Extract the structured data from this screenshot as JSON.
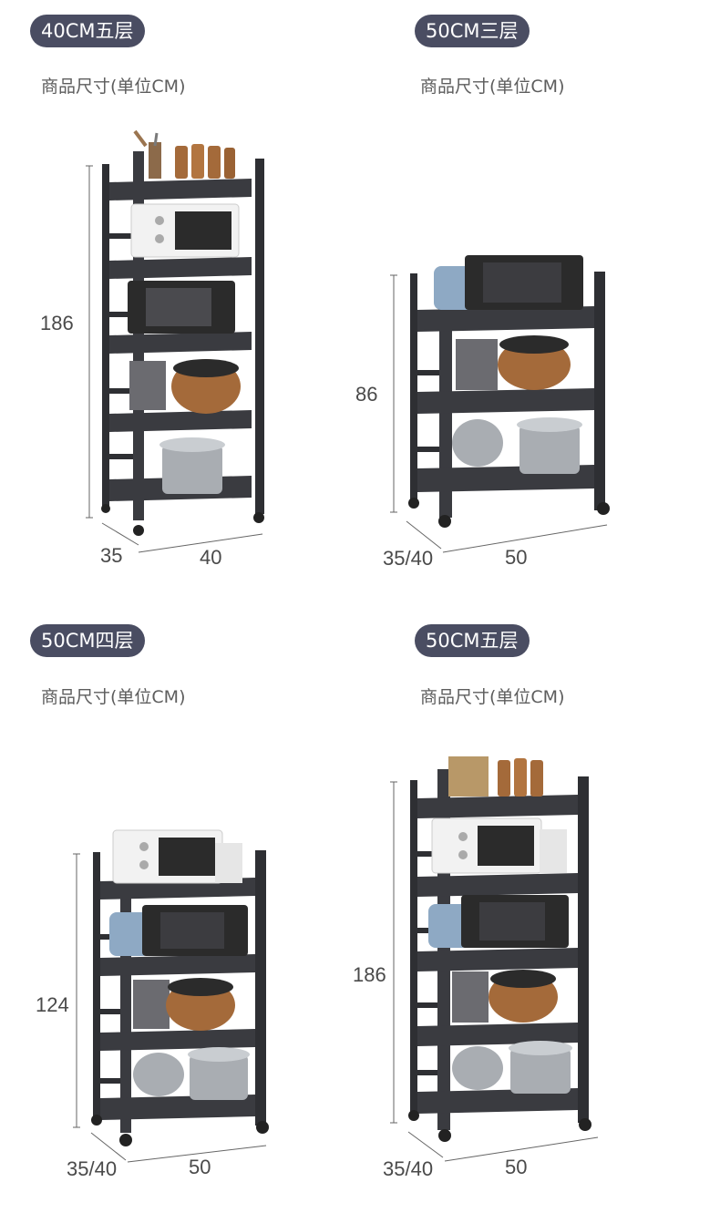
{
  "products": [
    {
      "label": "40CM五层",
      "subtitle": "商品尺寸(单位CM)",
      "height": "186",
      "depth": "35",
      "width": "40",
      "tiers": 5
    },
    {
      "label": "50CM三层",
      "subtitle": "商品尺寸(单位CM)",
      "height": "86",
      "depth": "35/40",
      "width": "50",
      "tiers": 3
    },
    {
      "label": "50CM四层",
      "subtitle": "商品尺寸(单位CM)",
      "height": "124",
      "depth": "35/40",
      "width": "50",
      "tiers": 4
    },
    {
      "label": "50CM五层",
      "subtitle": "商品尺寸(单位CM)",
      "height": "186",
      "depth": "35/40",
      "width": "50",
      "tiers": 5
    }
  ],
  "colors": {
    "badge": "#4a4d62",
    "rack": "#2e2f33",
    "shelf": "#3a3b40",
    "appliance_white": "#f2f2f2",
    "appliance_black": "#2b2b2b",
    "steel": "#a9adb2",
    "copper": "#a46a3a",
    "blue": "#8ea9c4"
  }
}
